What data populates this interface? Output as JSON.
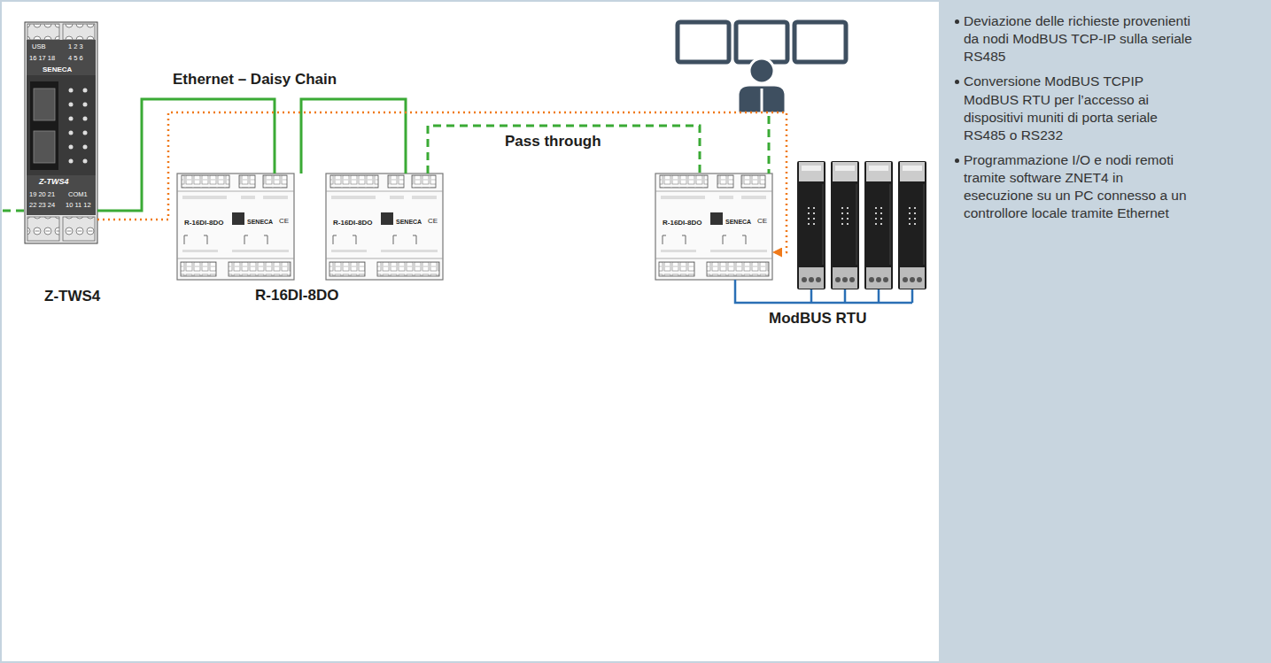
{
  "diagram": {
    "nodes": [
      {
        "text": [
          "Z-TWS4"
        ]
      },
      {
        "text": [
          "R-16DI-8DO",
          "SENECA",
          "CE"
        ]
      },
      {
        "text": [
          "R-16DI-8DO",
          "SENECA",
          "CE"
        ]
      },
      {
        "text": [
          "R-16DI-8DO",
          "SENECA",
          "CE"
        ]
      },
      {
        "text": [
          "Deviazione delle richieste provenienti da nodi ModBUS TCP-IP sulla seriale RS485",
          "Conversione ModBUS TCPIP ModBUS RTU per l’accesso ai dispositivi muniti di porta seriale RS485 o RS232",
          "Programmazione I/O e nodi remoti tramite software ZNET4 in esecuzione su un PC connesso a un controllore locale tramite Ethernet"
        ]
      }
    ],
    "edges": [
      {
        "from": 0,
        "to": 1,
        "arrow": "none"
      },
      {
        "from": 1,
        "to": 2,
        "arrow": "none"
      },
      {
        "from": 2,
        "to": 3,
        "arrow": "none"
      },
      {
        "from": 0,
        "to": 3,
        "arrow": "to",
        "label": "Pass through"
      }
    ],
    "labels": [
      "USB",
      "1 2 3",
      "16 17 18",
      "4 5 6",
      "SENECA",
      "Z-TWS4",
      "19 20 21",
      "COM1",
      "22 23 24",
      "10 11 12",
      "Ethernet – Daisy Chain",
      "R-16DI-8DO",
      "ModBUS RTU"
    ]
  }
}
